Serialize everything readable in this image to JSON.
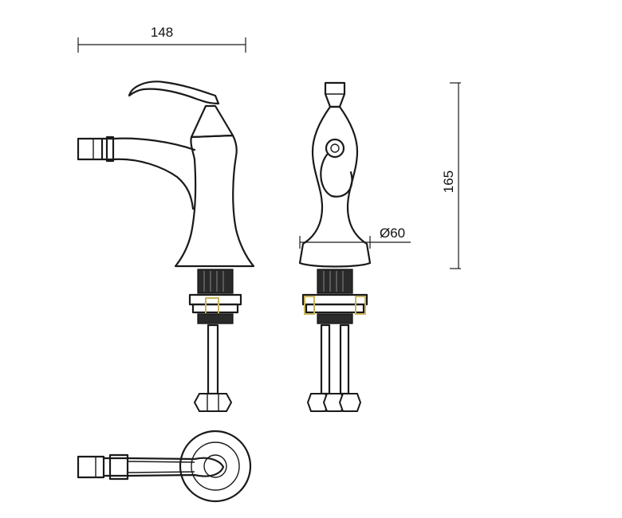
{
  "dimensions": {
    "width_label": "148",
    "height_label": "165",
    "diameter_label": "Ø60"
  },
  "colors": {
    "line": "#1a1a1a",
    "thread_dark": "#2a2a2a",
    "washer_accent": "#c9b45a",
    "background": "#ffffff"
  }
}
